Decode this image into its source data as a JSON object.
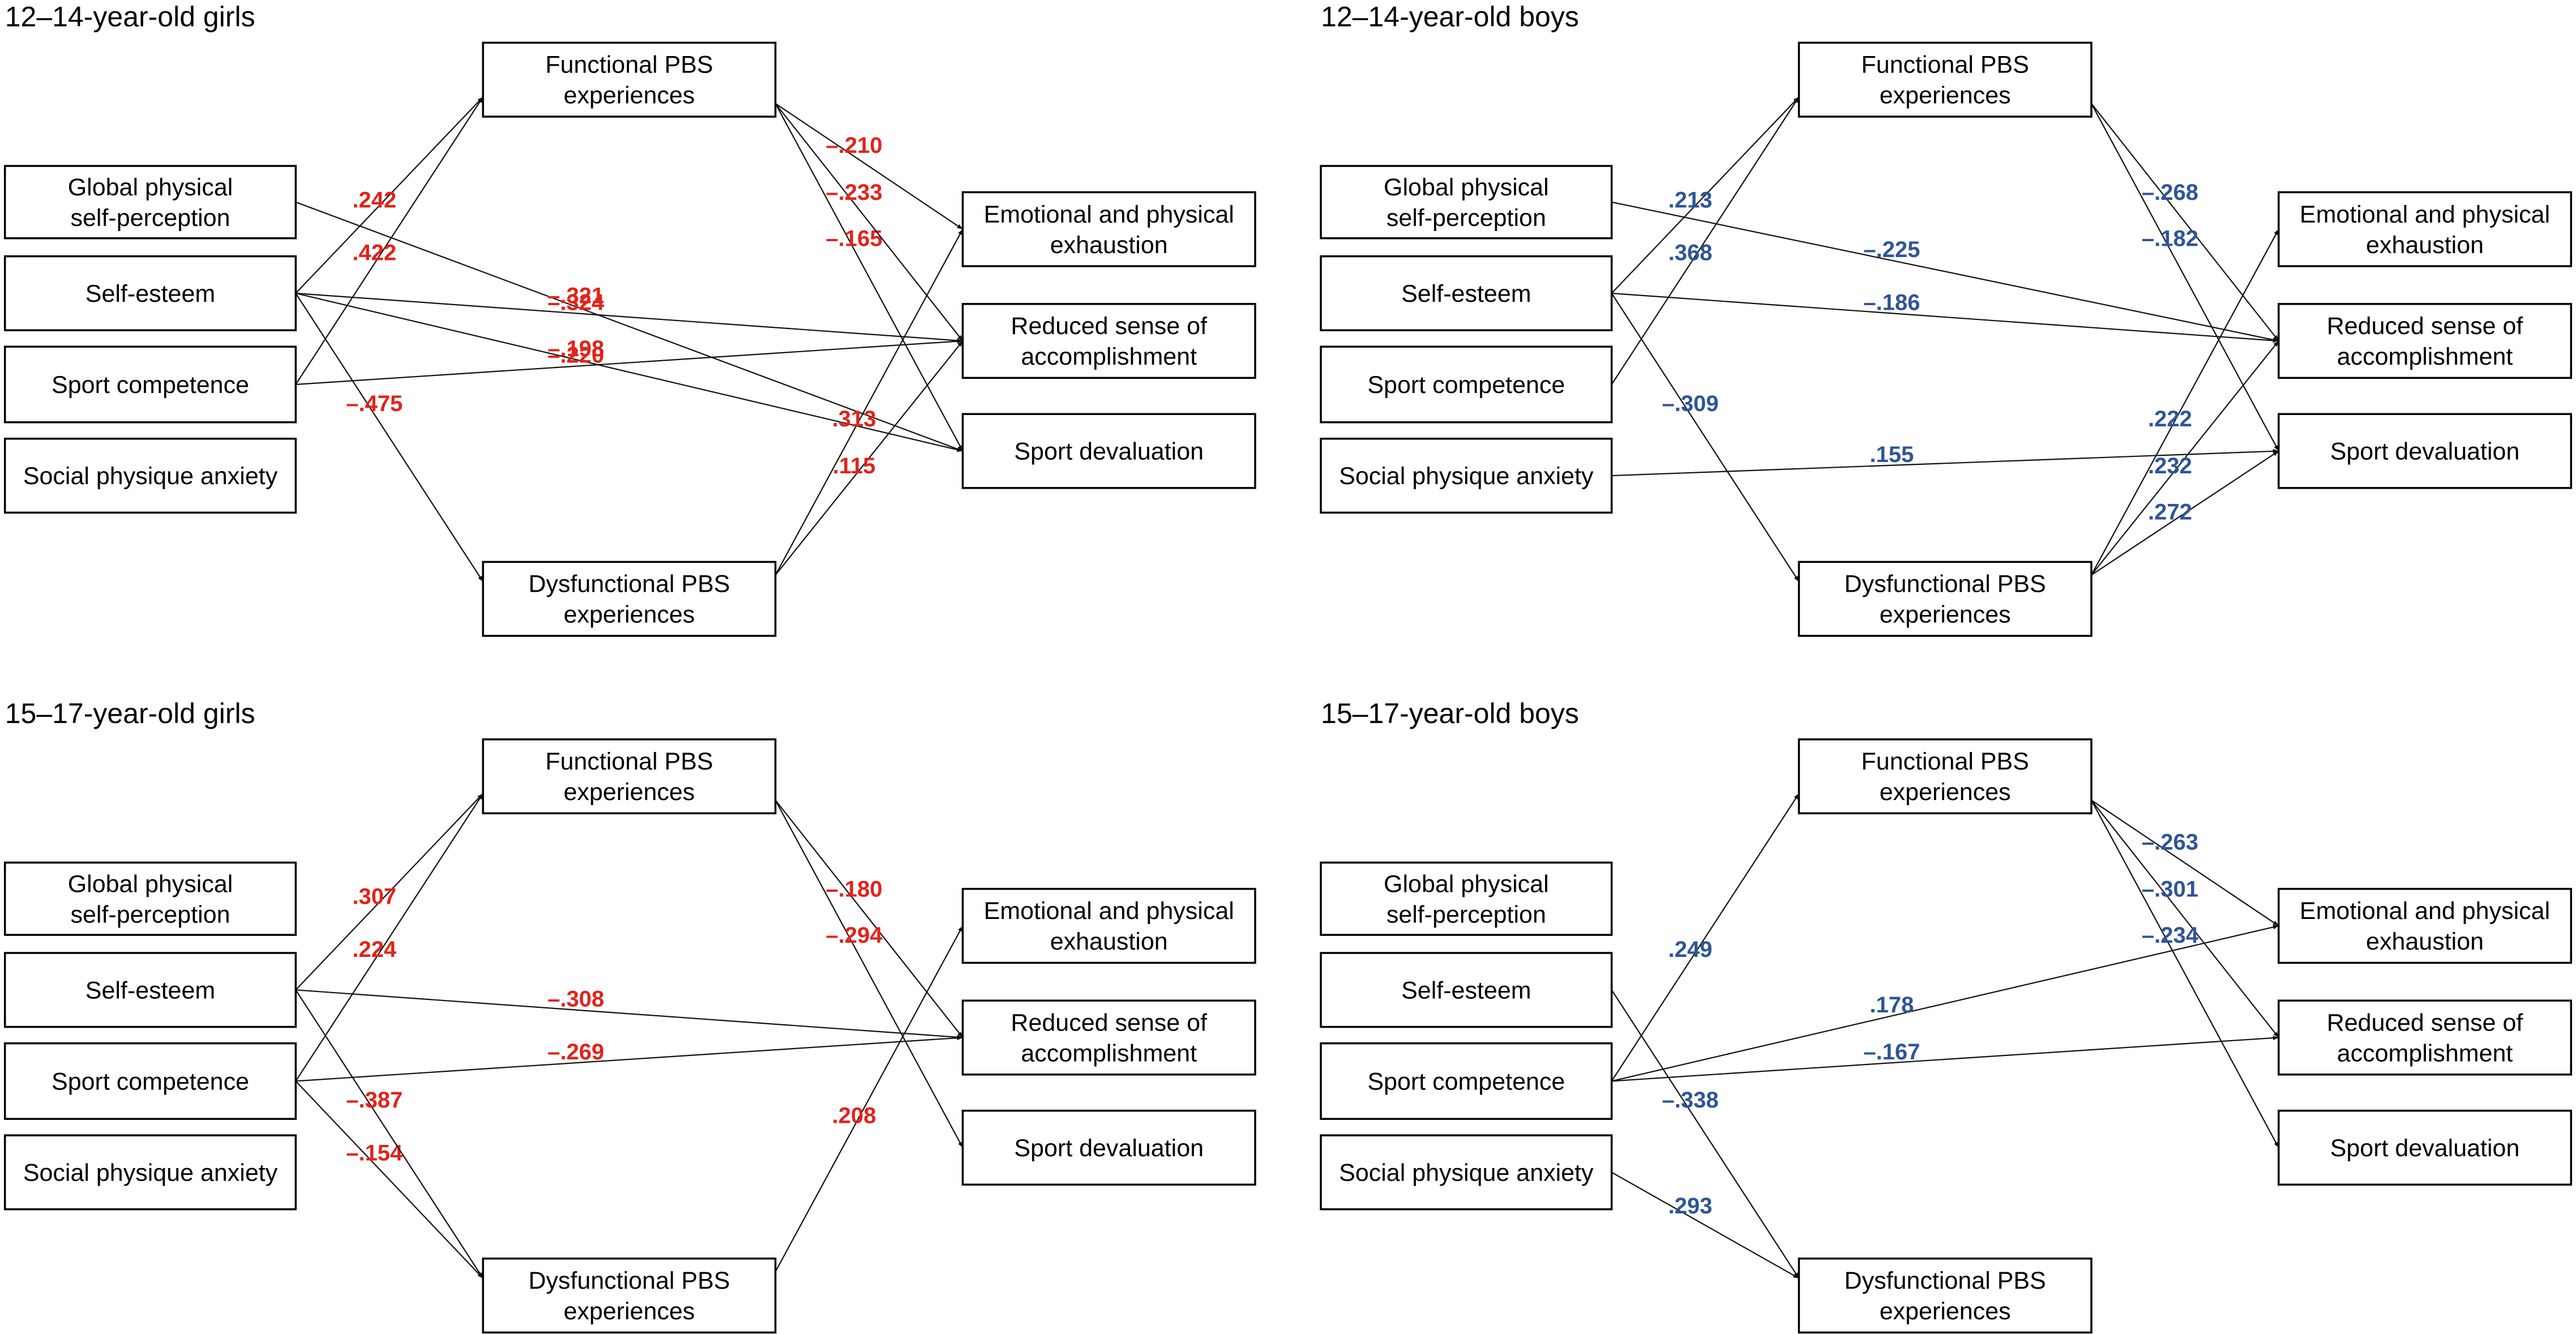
{
  "colors": {
    "girls": "#e2231a",
    "boys": "#2e5597"
  },
  "labels": {
    "functional": [
      "Functional PBS",
      "experiences"
    ],
    "dysfunctional": [
      "Dysfunctional PBS",
      "experiences"
    ],
    "global": [
      "Global physical",
      "self-perception"
    ],
    "esteem": [
      "Self-esteem"
    ],
    "competence": [
      "Sport competence"
    ],
    "anxiety": [
      "Social physique anxiety"
    ],
    "exhaustion": [
      "Emotional and physical",
      "exhaustion"
    ],
    "accomplishment": [
      "Reduced sense of",
      "accomplishment"
    ],
    "devaluation": [
      "Sport devaluation"
    ]
  },
  "panels": [
    {
      "title": "12–14-year-old girls",
      "group": "girls",
      "paths": [
        {
          "from": "competence",
          "to": "functional",
          "coef": ".422"
        },
        {
          "from": "esteem",
          "to": "functional",
          "coef": ".242"
        },
        {
          "from": "global",
          "to": "devaluation",
          "coef": "–.321"
        },
        {
          "from": "esteem",
          "to": "accomplishment",
          "coef": "–.324"
        },
        {
          "from": "esteem",
          "to": "devaluation",
          "coef": "–.198"
        },
        {
          "from": "competence",
          "to": "accomplishment",
          "coef": "–.220"
        },
        {
          "from": "esteem",
          "to": "dysfunctional",
          "coef": "–.475"
        },
        {
          "from": "functional",
          "to": "exhaustion",
          "coef": "–.210"
        },
        {
          "from": "functional",
          "to": "devaluation",
          "coef": "–.165"
        },
        {
          "from": "functional",
          "to": "accomplishment",
          "coef": "–.233"
        },
        {
          "from": "dysfunctional",
          "to": "exhaustion",
          "coef": ".313"
        },
        {
          "from": "dysfunctional",
          "to": "accomplishment",
          "coef": ".115"
        }
      ]
    },
    {
      "title": "12–14-year-old boys",
      "group": "boys",
      "paths": [
        {
          "from": "esteem",
          "to": "functional",
          "coef": ".213"
        },
        {
          "from": "competence",
          "to": "functional",
          "coef": ".368"
        },
        {
          "from": "global",
          "to": "accomplishment",
          "coef": "–.225"
        },
        {
          "from": "esteem",
          "to": "accomplishment",
          "coef": "–.186"
        },
        {
          "from": "esteem",
          "to": "dysfunctional",
          "coef": "–.309"
        },
        {
          "from": "anxiety",
          "to": "devaluation",
          "coef": ".155"
        },
        {
          "from": "functional",
          "to": "accomplishment",
          "coef": "–.268"
        },
        {
          "from": "functional",
          "to": "devaluation",
          "coef": "–.182"
        },
        {
          "from": "dysfunctional",
          "to": "exhaustion",
          "coef": ".222"
        },
        {
          "from": "dysfunctional",
          "to": "accomplishment",
          "coef": ".232"
        },
        {
          "from": "dysfunctional",
          "to": "devaluation",
          "coef": ".272"
        }
      ]
    },
    {
      "title": "15–17-year-old girls",
      "group": "girls",
      "paths": [
        {
          "from": "esteem",
          "to": "functional",
          "coef": ".307"
        },
        {
          "from": "competence",
          "to": "functional",
          "coef": ".224"
        },
        {
          "from": "esteem",
          "to": "accomplishment",
          "coef": "–.308"
        },
        {
          "from": "competence",
          "to": "accomplishment",
          "coef": "–.269"
        },
        {
          "from": "competence",
          "to": "dysfunctional",
          "coef": "–.154"
        },
        {
          "from": "esteem",
          "to": "dysfunctional",
          "coef": "–.387"
        },
        {
          "from": "functional",
          "to": "accomplishment",
          "coef": "–.180"
        },
        {
          "from": "functional",
          "to": "devaluation",
          "coef": "–.294"
        },
        {
          "from": "dysfunctional",
          "to": "exhaustion",
          "coef": ".208"
        }
      ]
    },
    {
      "title": "15–17-year-old boys",
      "group": "boys",
      "paths": [
        {
          "from": "competence",
          "to": "functional",
          "coef": ".249"
        },
        {
          "from": "competence",
          "to": "exhaustion",
          "coef": ".178"
        },
        {
          "from": "competence",
          "to": "accomplishment",
          "coef": "–.167"
        },
        {
          "from": "esteem",
          "to": "dysfunctional",
          "coef": "–.338"
        },
        {
          "from": "anxiety",
          "to": "dysfunctional",
          "coef": ".293"
        },
        {
          "from": "functional",
          "to": "exhaustion",
          "coef": "–.263"
        },
        {
          "from": "functional",
          "to": "accomplishment",
          "coef": "–.301"
        },
        {
          "from": "functional",
          "to": "devaluation",
          "coef": "–.234"
        }
      ]
    }
  ]
}
